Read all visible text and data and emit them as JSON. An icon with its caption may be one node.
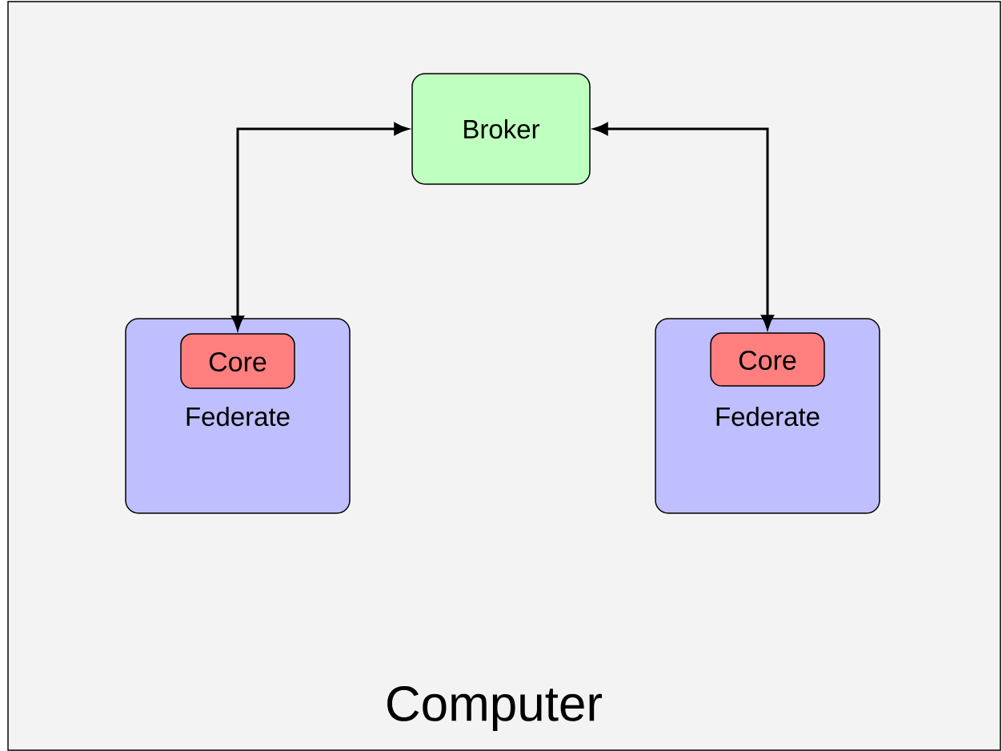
{
  "diagram": {
    "nodes": [
      {
        "text": [
          "Computer"
        ]
      },
      {
        "text": [
          "Broker"
        ],
        "in": 0
      },
      {
        "text": [
          "Federate"
        ],
        "in": 0
      },
      {
        "text": [
          "Core"
        ],
        "in": 2
      },
      {
        "text": [
          "Federate"
        ],
        "in": 0
      },
      {
        "text": [
          "Core"
        ],
        "in": 4
      }
    ],
    "edges": [
      {
        "from": 1,
        "to": 3,
        "arrow": "both"
      },
      {
        "from": 1,
        "to": 5,
        "arrow": "both"
      }
    ]
  }
}
